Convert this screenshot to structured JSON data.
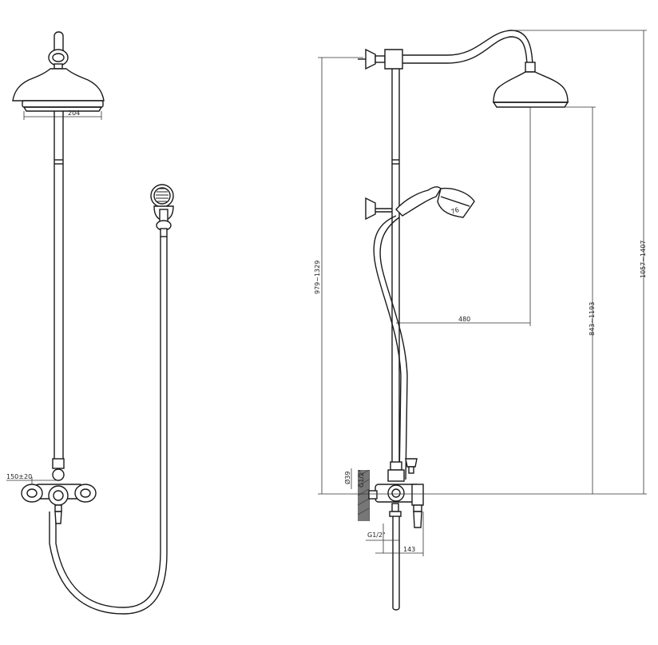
{
  "dimensions": {
    "head_diameter": "204",
    "centres": "150±20",
    "riser_height_range": "979~1329",
    "overall_height_range": "1057~1407",
    "head_height_range": "843~1193",
    "arm_projection": "480",
    "handset_diameter": "76",
    "inlet_thread_upper": "G1/2\"",
    "inlet_height": "Ø39",
    "inlet_thread_lower": "G1/2\"",
    "valve_depth": "143"
  }
}
